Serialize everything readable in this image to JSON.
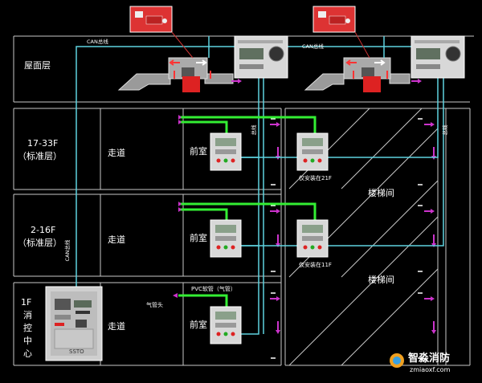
{
  "floors": {
    "roof": "屋面层",
    "std_upper_1": "17-33F",
    "std_upper_2": "（标准层）",
    "std_lower_1": "2-16F",
    "std_lower_2": "（标准层）",
    "first_1": "1F",
    "first_2": "消",
    "first_3": "控",
    "first_4": "中",
    "first_5": "心"
  },
  "rooms": {
    "corridor": "走道",
    "anteroom": "前室",
    "stairwell": "楼梯间"
  },
  "bus": {
    "can_left": "CAN总线",
    "can_right": "CAN总线",
    "can_vertical": "CAN总线",
    "v1": "总线",
    "v2": "总线"
  },
  "notes": {
    "pvc_tube": "PVC软管（气管）",
    "air_nozzle": "气管头",
    "install_21f": "仅安装在21F",
    "install_11f": "仅安装在11F"
  },
  "panel": {
    "brand": "SSTO"
  },
  "watermark": {
    "name": "智淼消防",
    "url": "zmiaoxf.com"
  },
  "colors": {
    "cyan": "#5fd3e0",
    "green": "#33ee33",
    "grid": "#c8c8c8",
    "magenta": "#cc33cc",
    "red": "#dd2222"
  }
}
